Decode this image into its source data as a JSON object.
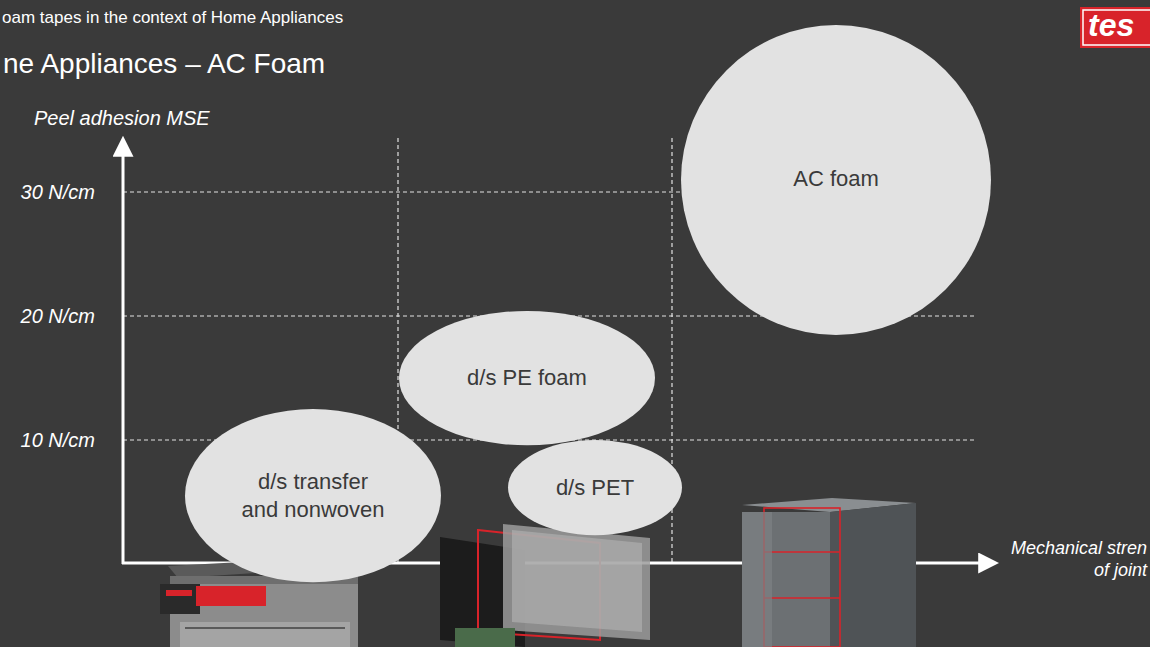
{
  "diagram": {
    "title": "ne Appliances – AC Foam",
    "nodes": [
      {
        "text": [
          "AC foam"
        ]
      },
      {
        "text": [
          "d/s PE foam"
        ]
      },
      {
        "text": [
          "d/s transfer and nonwoven"
        ]
      },
      {
        "text": [
          "d/s PET"
        ]
      }
    ],
    "labels": [
      "oam tapes in the context of Home Appliances",
      "tes",
      "Peel adhesion MSE",
      "30 N/cm",
      "20 N/cm",
      "10 N/cm",
      "Mechanical stren of joint"
    ]
  }
}
